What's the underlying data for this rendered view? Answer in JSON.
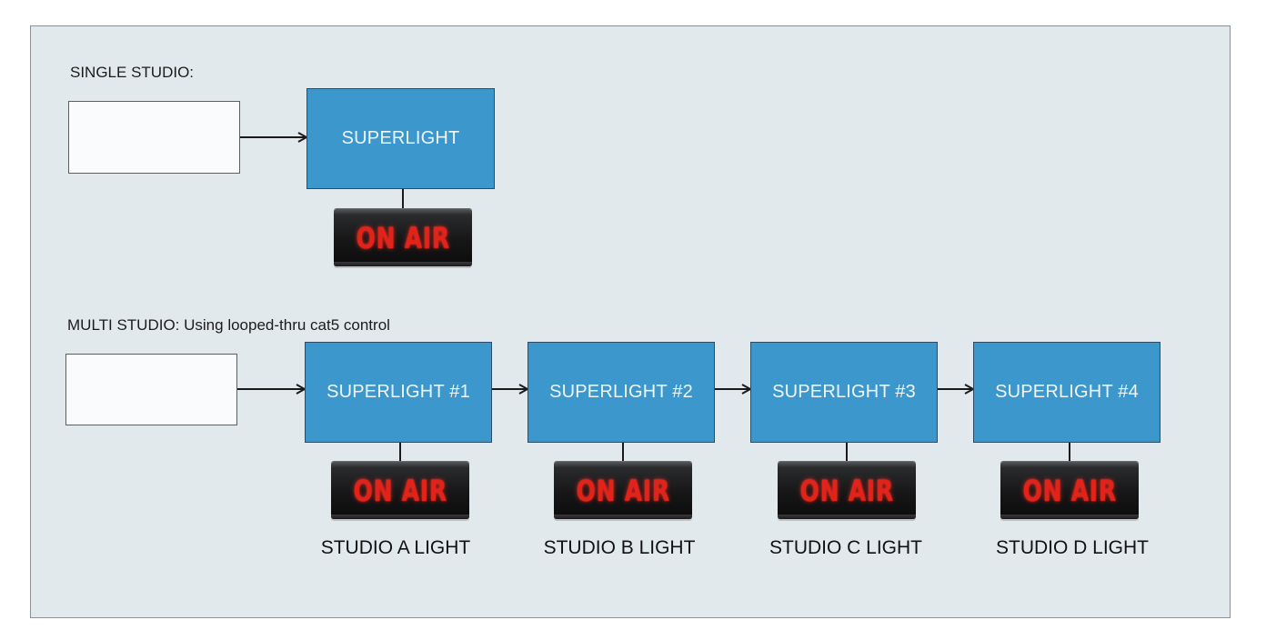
{
  "single": {
    "label": "SINGLE STUDIO:",
    "superlight": "SUPERLIGHT",
    "sign": "ON AIR"
  },
  "multi": {
    "label": "MULTI STUDIO: Using looped-thru cat5 control",
    "units": [
      {
        "superlight": "SUPERLIGHT #1",
        "sign": "ON AIR",
        "studio": "STUDIO A LIGHT"
      },
      {
        "superlight": "SUPERLIGHT #2",
        "sign": "ON AIR",
        "studio": "STUDIO B LIGHT"
      },
      {
        "superlight": "SUPERLIGHT #3",
        "sign": "ON AIR",
        "studio": "STUDIO C LIGHT"
      },
      {
        "superlight": "SUPERLIGHT #4",
        "sign": "ON AIR",
        "studio": "STUDIO D LIGHT"
      }
    ]
  },
  "colors": {
    "panel": "#e2e9ed",
    "superlight_box": "#3c97cc",
    "sign_text": "#e2231a"
  }
}
